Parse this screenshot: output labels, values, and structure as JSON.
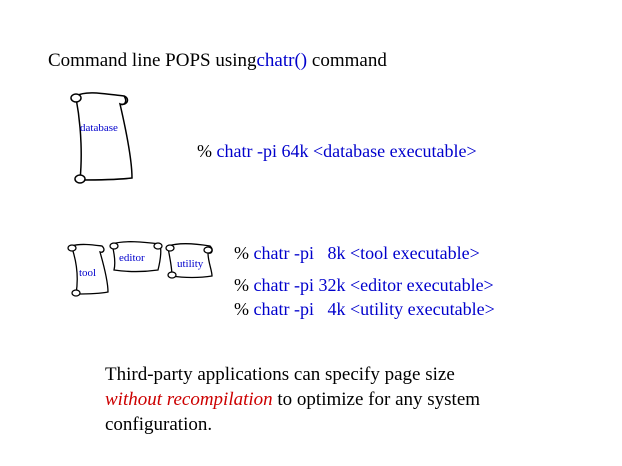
{
  "title": {
    "prefix": "Command line POPS using",
    "highlight": "chatr()",
    "suffix": " command"
  },
  "scrolls": {
    "database": "database",
    "tool": "tool",
    "editor": "editor",
    "utility": "utility"
  },
  "commands": {
    "prompt": "%",
    "database": "chatr -pi 64k <database executable>",
    "tool": "chatr -pi   8k <tool executable>",
    "editor": "chatr -pi 32k <editor executable>",
    "utility": "chatr -pi   4k <utility executable>"
  },
  "footer": {
    "line1": "Third-party applications can specify page size",
    "emphasis": "without recompilation",
    "line2_rest": " to optimize for any system",
    "line3": "configuration."
  },
  "colors": {
    "blue": "#0000cc",
    "red": "#cc0000"
  }
}
